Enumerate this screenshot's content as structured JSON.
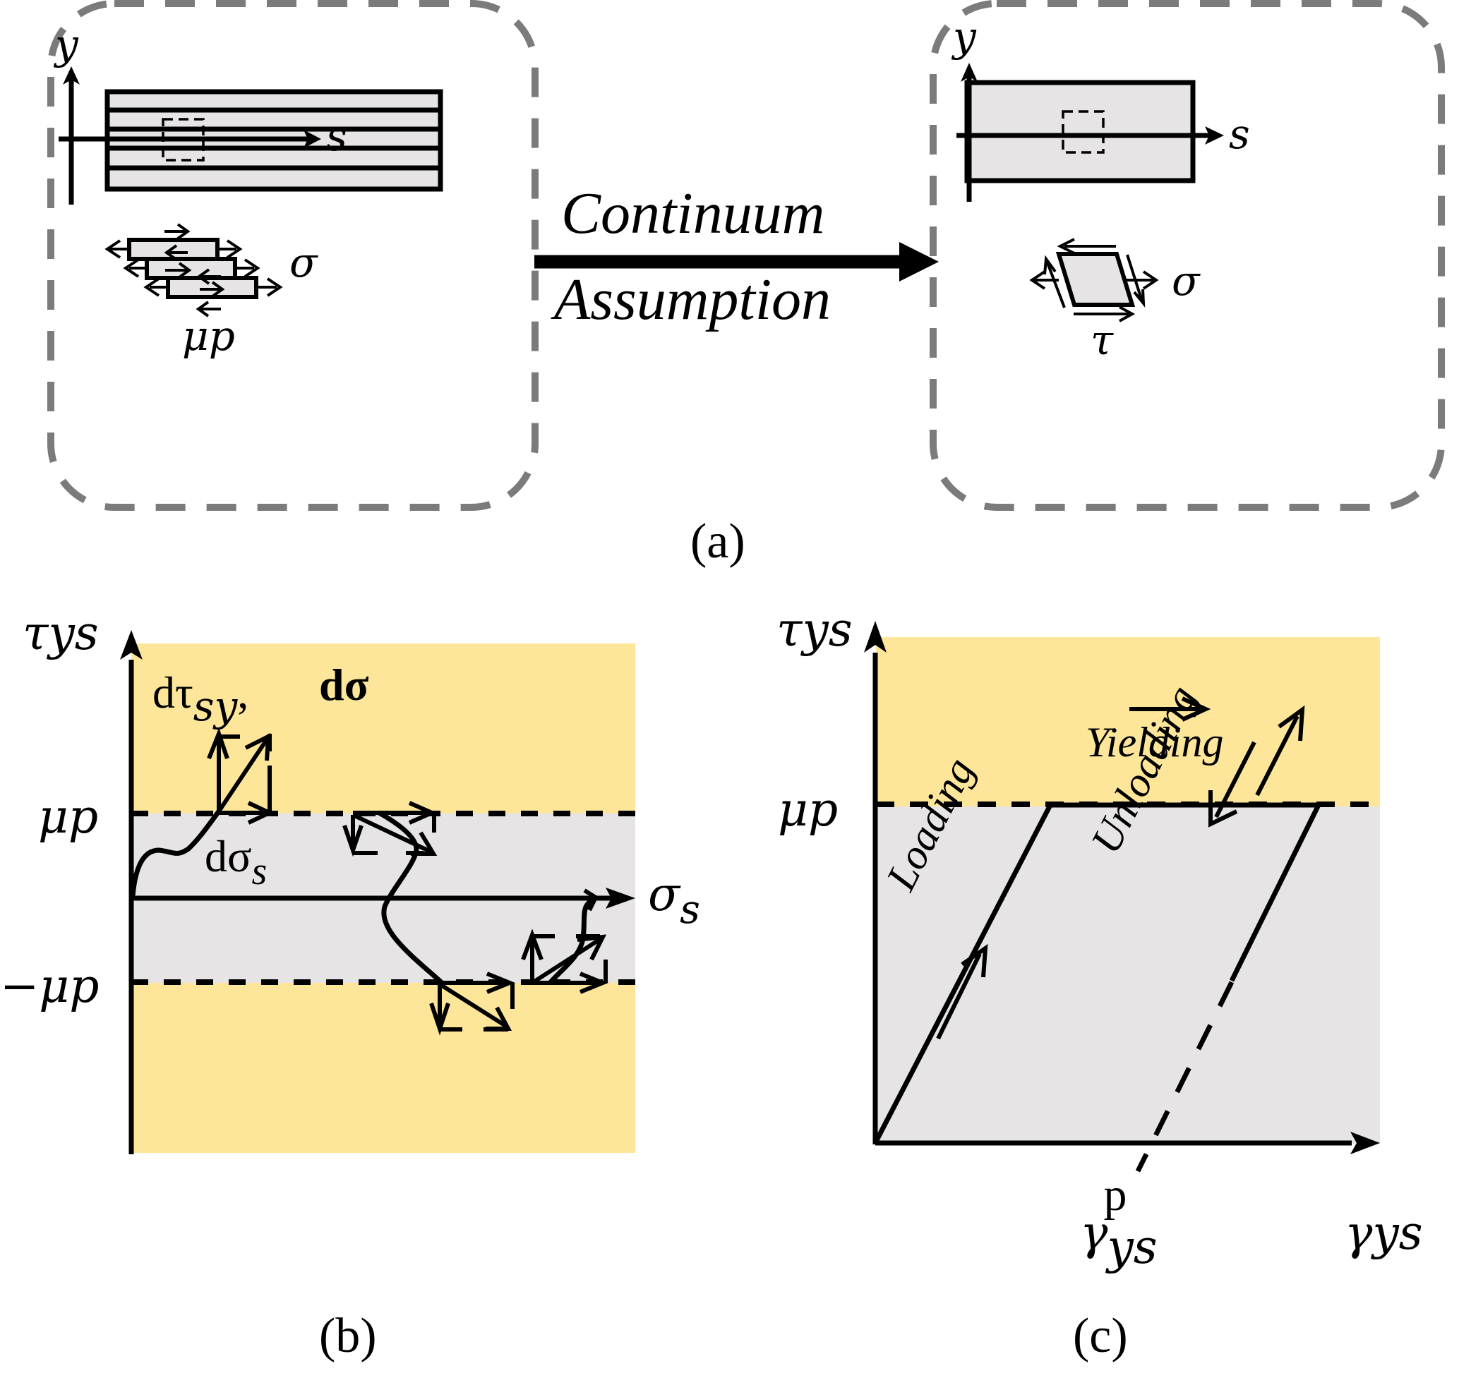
{
  "colors": {
    "yield_region": "#fde699",
    "elastic_region": "#e6e4e5",
    "material_fill": "#e6e4e5",
    "frame_dash": "#7b7b7b",
    "ink": "#000000"
  },
  "panel_a": {
    "caption": "(a)",
    "transition_label_line1": "Continuum",
    "transition_label_line2": "Assumption",
    "left_box": {
      "axis_y": "y",
      "axis_s": "s",
      "layer_count": 5,
      "stress_sigma": "σ",
      "friction_label": "μp"
    },
    "right_box": {
      "axis_y": "y",
      "axis_s": "s",
      "stress_sigma": "σ",
      "shear_tau": "τ"
    }
  },
  "panel_b": {
    "caption": "(b)",
    "y_axis": "τ",
    "y_axis_sub": "ys",
    "x_axis": "σ",
    "x_axis_sub": "s",
    "upper_limit": "μp",
    "lower_limit": "−μp",
    "label_dtau_d": "dτ",
    "label_dtau_sub": "sy",
    "label_comma": ",",
    "label_dsigma": "dσ",
    "label_dsigma_s_d": "dσ",
    "label_dsigma_s_sub": "s"
  },
  "panel_c": {
    "caption": "(c)",
    "y_axis": "τ",
    "y_axis_sub": "ys",
    "x_axis": "γ",
    "x_axis_sub": "ys",
    "yield_level": "μp",
    "plastic_strain": "γ",
    "plastic_strain_sup": "p",
    "plastic_strain_sub": "ys",
    "loading_label": "Loading",
    "yielding_label": "Yielding",
    "unloading_label": "Unloading"
  }
}
